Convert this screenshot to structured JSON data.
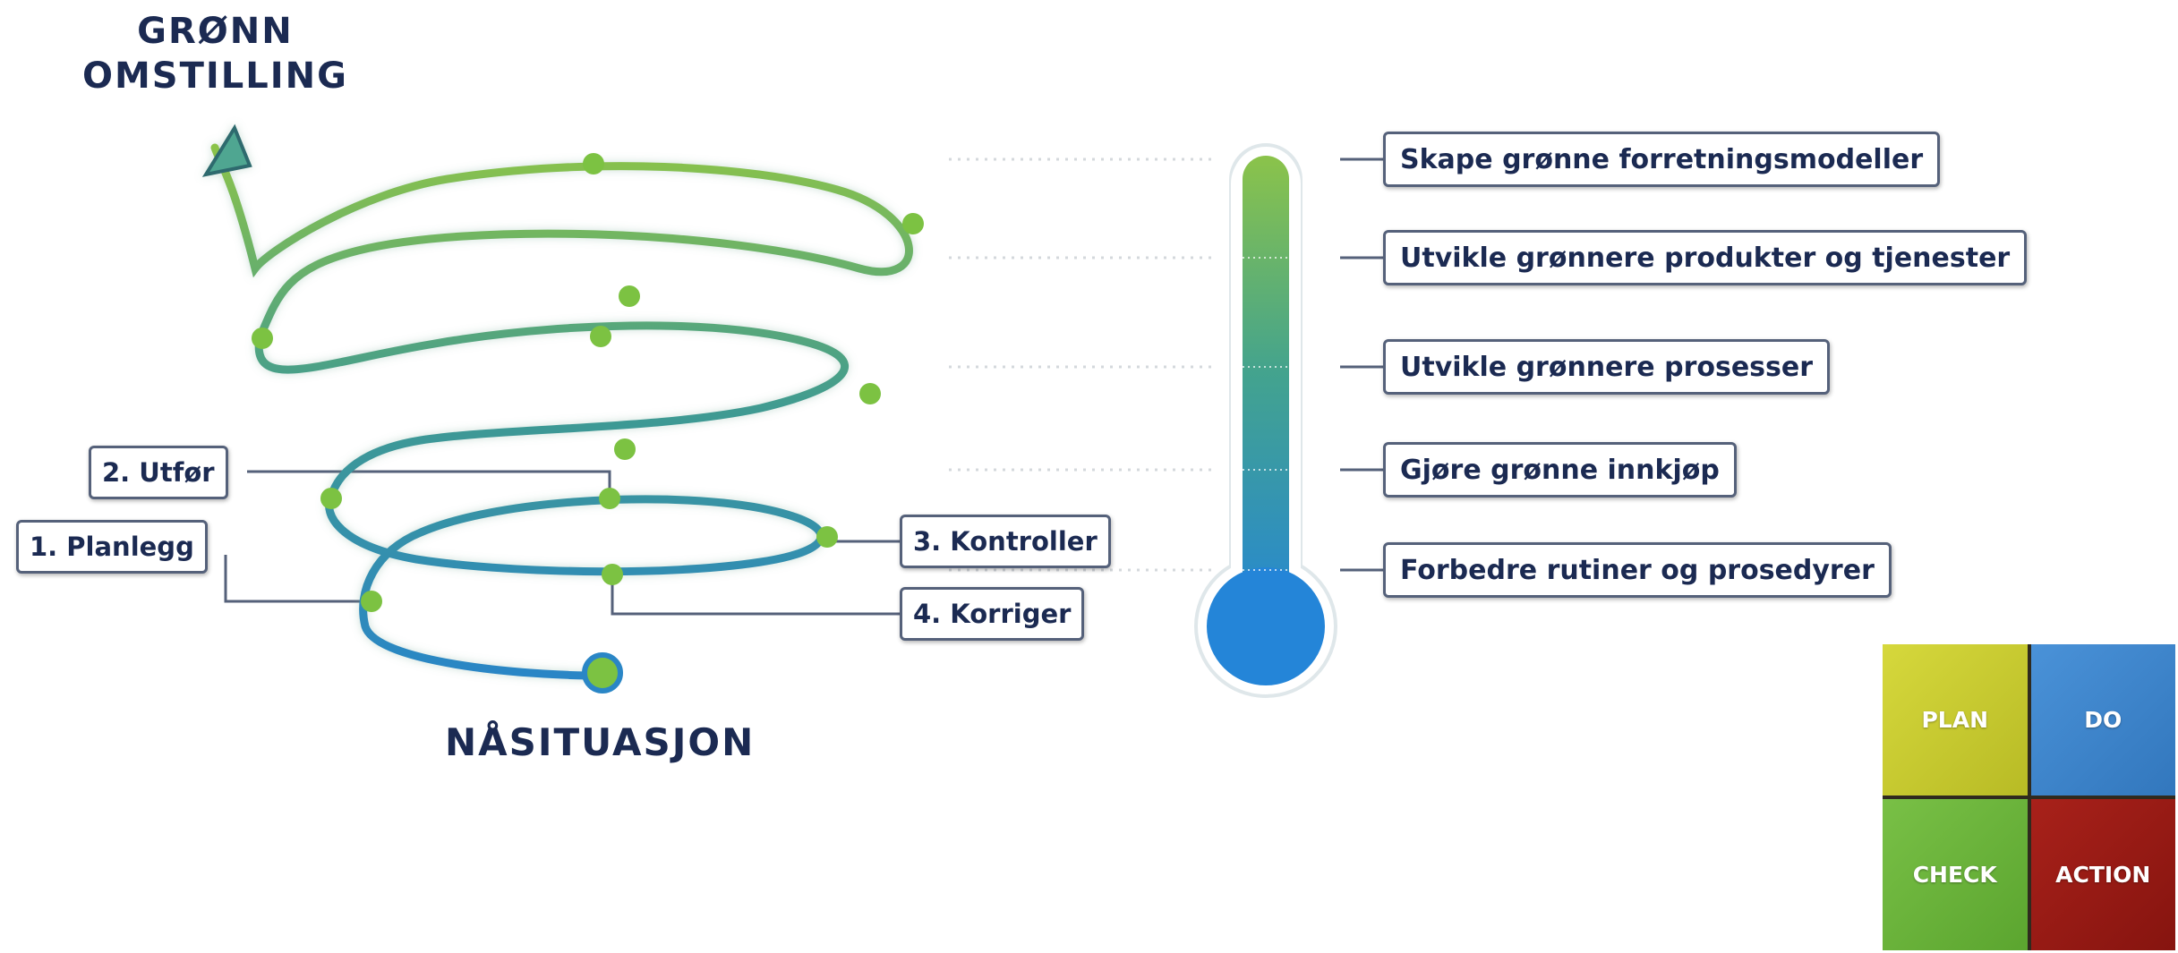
{
  "title": {
    "goal": [
      "GRØNN",
      "OMSTILLING"
    ],
    "start": "NÅSITUASJON"
  },
  "pdca_steps": [
    "1. Planlegg",
    "2. Utfør",
    "3. Kontroller",
    "4. Korriger"
  ],
  "thermometer_levels": [
    "Skape grønne forretningsmodeller",
    "Utvikle grønnere produkter og tjenester",
    "Utvikle grønnere prosesser",
    "Gjøre grønne innkjøp",
    "Forbedre rutiner og prosedyrer"
  ],
  "pdca_blocks": [
    {
      "label": "PLAN",
      "color": "#c9cc2e"
    },
    {
      "label": "DO",
      "color": "#3f86cf"
    },
    {
      "label": "CHECK",
      "color": "#6cb43a"
    },
    {
      "label": "ACTION",
      "color": "#9b1a14"
    }
  ],
  "colors": {
    "text_dark": "#1b2a52",
    "spiral_top": "#8bc34a",
    "spiral_mid": "#3f9a92",
    "spiral_bottom": "#2a86c6",
    "node": "#7cc242",
    "thermo_top": "#8bc34a",
    "thermo_bottom": "#2485d8",
    "box_border": "#55617a"
  }
}
